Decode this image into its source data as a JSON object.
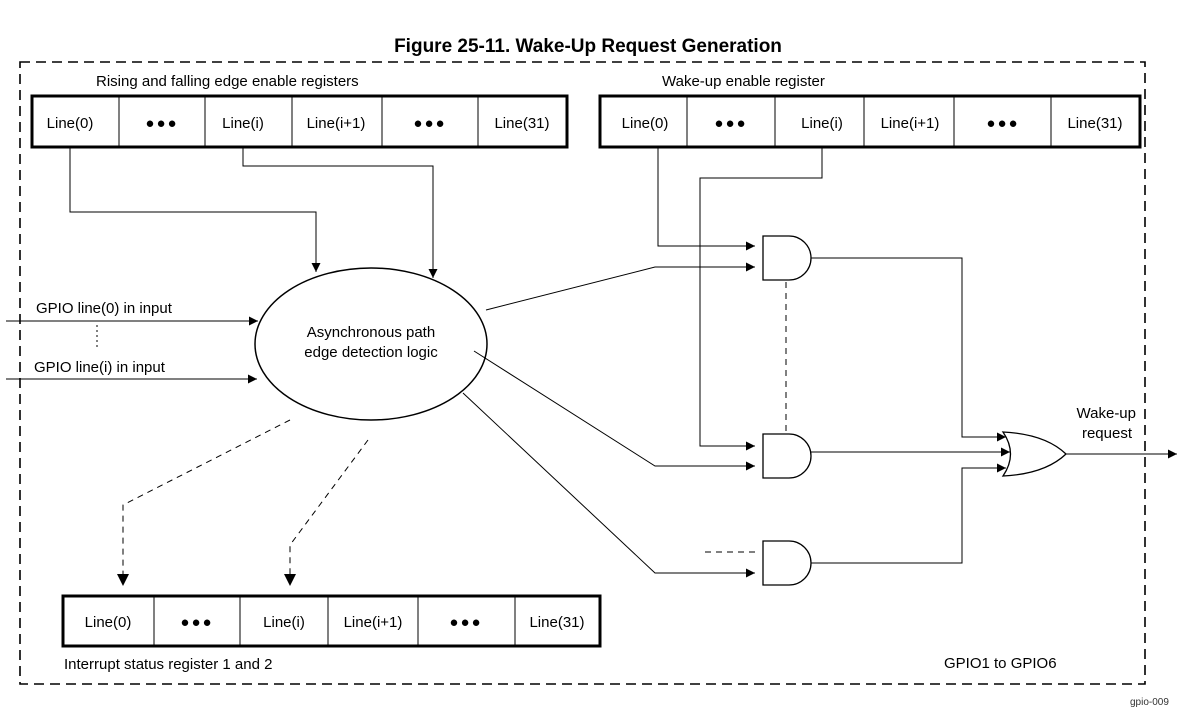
{
  "title": "Figure 25-11. Wake-Up Request Generation",
  "registers": {
    "edge_enable": {
      "label": "Rising and falling edge enable registers",
      "cells": [
        "Line(0)",
        "●●●",
        "Line(i)",
        "Line(i+1)",
        "●●●",
        "Line(31)"
      ]
    },
    "wakeup_enable": {
      "label": "Wake-up enable register",
      "cells": [
        "Line(0)",
        "●●●",
        "Line(i)",
        "Line(i+1)",
        "●●●",
        "Line(31)"
      ]
    },
    "interrupt_status": {
      "label": "Interrupt status register 1 and 2",
      "cells": [
        "Line(0)",
        "●●●",
        "Line(i)",
        "Line(i+1)",
        "●●●",
        "Line(31)"
      ]
    }
  },
  "inputs": {
    "line0": "GPIO line(0) in input",
    "linei": "GPIO line(i) in input"
  },
  "logic_block": {
    "line1": "Asynchronous path",
    "line2": "edge detection logic"
  },
  "output": {
    "line1": "Wake-up",
    "line2": "request"
  },
  "scope_label": "GPIO1 to GPIO6",
  "figure_id": "gpio-009"
}
